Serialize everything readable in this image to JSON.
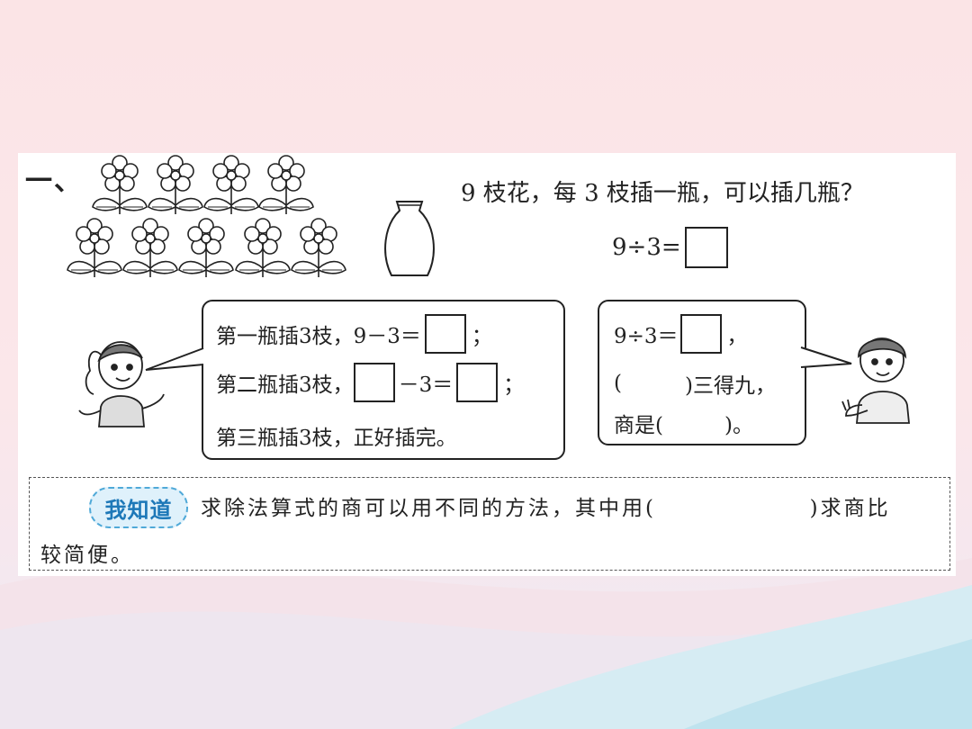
{
  "section": {
    "number": "一、"
  },
  "problem": {
    "question": "9 枝花，每 3 枝插一瓶，可以插几瓶？",
    "equation": "9÷3="
  },
  "girl_bubble": {
    "line1_text": "第一瓶插3枝，9－3＝",
    "line1_end": "；",
    "line2_text": "第二瓶插3枝，",
    "line2_mid": "－3＝",
    "line2_end": "；",
    "line3_text": "第三瓶插3枝，正好插完。"
  },
  "boy_bubble": {
    "line1_text": "9÷3＝",
    "line1_end": "，",
    "line2_open": "(",
    "line2_close": ")三得九，",
    "line3_open": "商是(",
    "line3_close": ")。"
  },
  "know": {
    "badge": "我知道",
    "text_start": "求除法算式的商可以用不同的方法，其中用(",
    "text_end": ")求商比",
    "text_tail": "较简便。"
  },
  "colors": {
    "background": "#fbe4e6",
    "badge_blue": "#1d78b8",
    "badge_fill": "#dff1fb"
  },
  "icons": [
    "flower-icon",
    "vase-icon",
    "girl-illustration",
    "boy-illustration"
  ]
}
